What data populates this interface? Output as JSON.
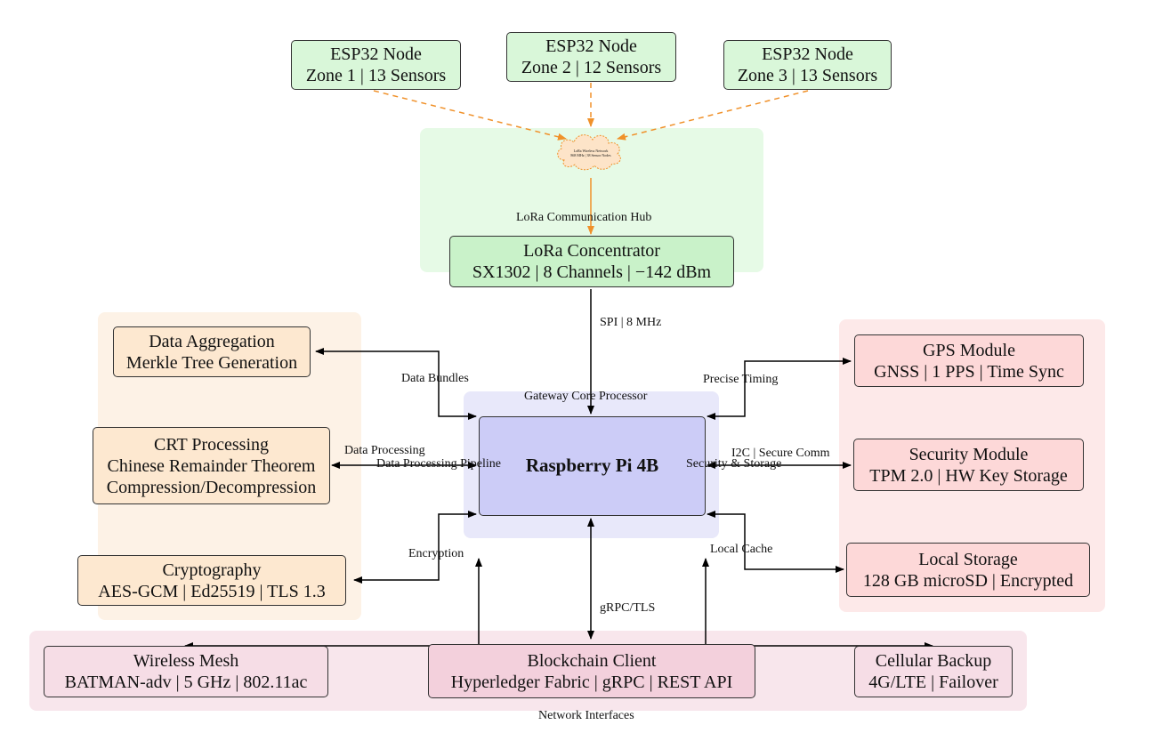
{
  "colors": {
    "lora_region": "#e6fae6",
    "left_region": "#fdf2e6",
    "right_region": "#fde9e9",
    "bottom_region": "#f8e6ec",
    "core_region": "#e8e8fa",
    "esp_box": "#d9f7d9",
    "lora_box": "#c9f2c9",
    "left_box": "#fde8d0",
    "right_box": "#fdd8d8",
    "bottom_box": "#f6dde6",
    "blockchain_box": "#f3d0dc",
    "core_box": "#ccccf7",
    "cloud": "#fde4c8",
    "orange_arrow": "#f0912a",
    "black_arrow": "#000000"
  },
  "nodes": {
    "esp1": {
      "line1": "ESP32 Node",
      "line2": "Zone 1 | 13 Sensors"
    },
    "esp2": {
      "line1": "ESP32 Node",
      "line2": "Zone 2 | 12 Sensors"
    },
    "esp3": {
      "line1": "ESP32 Node",
      "line2": "Zone 3 | 13 Sensors"
    }
  },
  "cloud": {
    "line1": "LoRa Wireless Network",
    "line2": "868 MHz | 38 Sensor Nodes",
    "icon": "cloud-icon"
  },
  "lora_hub": {
    "caption": "LoRa Communication Hub",
    "concentrator": {
      "line1": "LoRa Concentrator",
      "line2": "SX1302 | 8 Channels | −142 dBm"
    }
  },
  "core": {
    "caption": "Gateway Core Processor",
    "processor": "Raspberry Pi 4B",
    "inner_left": "Data Processing Pipeline",
    "inner_right": "Security & Storage"
  },
  "left": {
    "aggregation": {
      "line1": "Data Aggregation",
      "line2": "Merkle Tree Generation"
    },
    "crt": {
      "line1": "CRT Processing",
      "line2": "Chinese Remainder Theorem",
      "line3": "Compression/Decompression"
    },
    "crypto": {
      "line1": "Cryptography",
      "line2": "AES-GCM | Ed25519 | TLS 1.3"
    }
  },
  "right": {
    "gps": {
      "line1": "GPS Module",
      "line2": "GNSS | 1 PPS | Time Sync"
    },
    "security": {
      "line1": "Security Module",
      "line2": "TPM 2.0 | HW Key Storage"
    },
    "storage": {
      "line1": "Local Storage",
      "line2": "128 GB microSD | Encrypted"
    }
  },
  "bottom": {
    "caption": "Network Interfaces",
    "mesh": {
      "line1": "Wireless Mesh",
      "line2": "BATMAN-adv | 5 GHz | 802.11ac"
    },
    "blockchain": {
      "line1": "Blockchain Client",
      "line2": "Hyperledger Fabric | gRPC | REST API"
    },
    "cellular": {
      "line1": "Cellular Backup",
      "line2": "4G/LTE | Failover"
    }
  },
  "edge_labels": {
    "spi": "SPI | 8 MHz",
    "bundles": "Data Bundles",
    "processing": "Data Processing",
    "encryption": "Encryption",
    "timing": "Precise Timing",
    "i2c": "I2C | Secure Comm",
    "cache": "Local Cache",
    "grpc": "gRPC/TLS"
  }
}
